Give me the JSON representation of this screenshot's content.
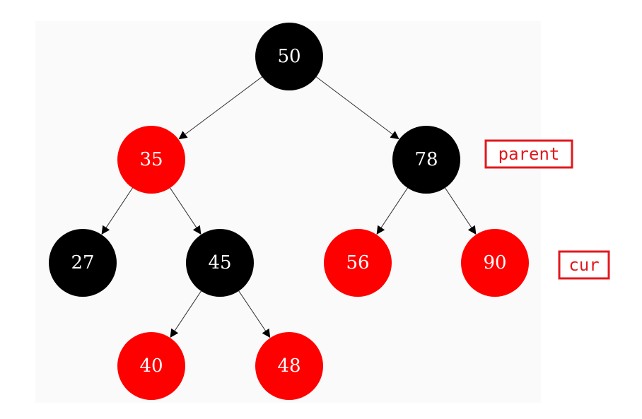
{
  "colors": {
    "red": "#ff0000",
    "black": "#000000",
    "label": "#ffffff",
    "edge": "#333333",
    "tag": "#e0191e"
  },
  "nodes": [
    {
      "id": "n50",
      "value": "50",
      "color": "black"
    },
    {
      "id": "n35",
      "value": "35",
      "color": "red"
    },
    {
      "id": "n78",
      "value": "78",
      "color": "black"
    },
    {
      "id": "n27",
      "value": "27",
      "color": "black"
    },
    {
      "id": "n45",
      "value": "45",
      "color": "black"
    },
    {
      "id": "n56",
      "value": "56",
      "color": "red"
    },
    {
      "id": "n90",
      "value": "90",
      "color": "red"
    },
    {
      "id": "n40",
      "value": "40",
      "color": "red"
    },
    {
      "id": "n48",
      "value": "48",
      "color": "red"
    }
  ],
  "edges": [
    {
      "from": "n50",
      "to": "n35"
    },
    {
      "from": "n50",
      "to": "n78"
    },
    {
      "from": "n35",
      "to": "n27"
    },
    {
      "from": "n35",
      "to": "n45"
    },
    {
      "from": "n78",
      "to": "n56"
    },
    {
      "from": "n78",
      "to": "n90"
    },
    {
      "from": "n45",
      "to": "n40"
    },
    {
      "from": "n45",
      "to": "n48"
    }
  ],
  "tags": [
    {
      "id": "parent",
      "text": "parent",
      "points_to": "n78"
    },
    {
      "id": "cur",
      "text": "cur",
      "points_to": "n90"
    }
  ]
}
